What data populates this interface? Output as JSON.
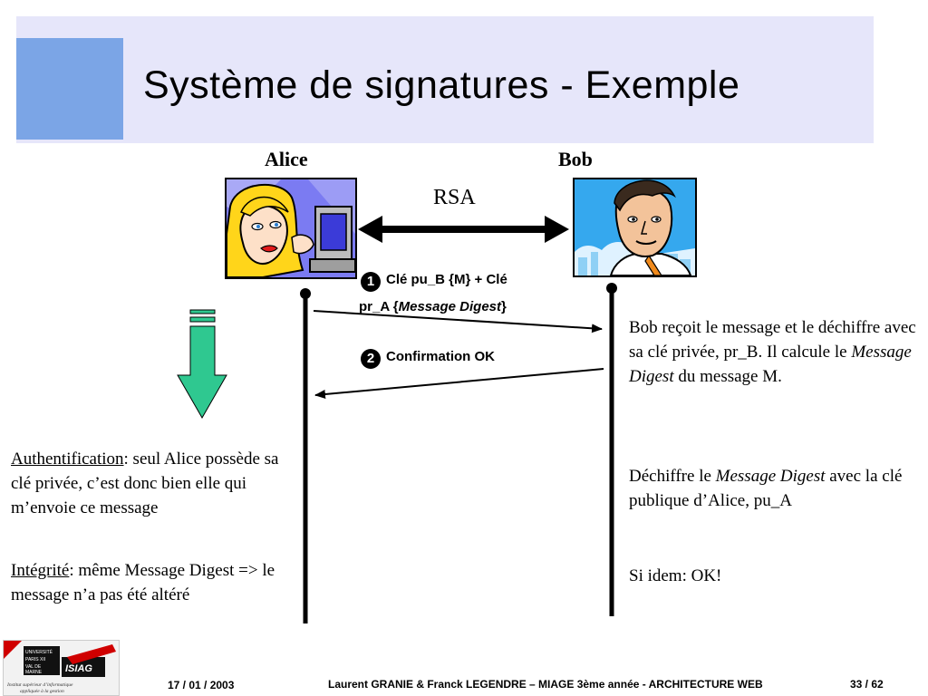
{
  "slide": {
    "title": "Système de signatures - Exemple"
  },
  "diagram": {
    "alice_label": "Alice",
    "bob_label": "Bob",
    "rsa_label": "RSA",
    "message1": {
      "number": "1",
      "line1": "Clé pu_B {M} + Clé",
      "line2_prefix": "pr_A {",
      "line2_italic": "Message Digest",
      "line2_suffix": "}"
    },
    "message2": {
      "number": "2",
      "text": "Confirmation OK"
    }
  },
  "bob_side": {
    "p1_a": "Bob reçoit le message et le déchiffre avec sa clé privée, pr_B. Il calcule le ",
    "p1_italic": "Message Digest",
    "p1_b": " du message M.",
    "p2_a": "Déchiffre le ",
    "p2_italic": "Message Digest",
    "p2_b": " avec la clé publique d’Alice, pu_A",
    "p3": "Si idem: OK!"
  },
  "alice_side": {
    "auth_term": "Authentification",
    "auth_text": ": seul Alice possède sa clé privée, c’est donc bien elle qui m’envoie ce message",
    "integ_term": "Intégrité",
    "integ_text": ": même Message Digest => le message n’a pas été altéré"
  },
  "footer": {
    "date": "17 / 01 / 2003",
    "authors": "Laurent GRANIE & Franck LEGENDRE – MIAGE 3ème année - ARCHITECTURE WEB",
    "page": "33 / 62",
    "logo_university": "UNIVERSITÉ PARIS XII VAL DE MARNE",
    "logo_brand": "ISIAG",
    "logo_tagline": "Institut supérieur d’informatique appliquée à la gestion"
  },
  "colors": {
    "title_band": "#e6e6fa",
    "title_square": "#7ba5e6",
    "down_arrow": "#2fc890"
  }
}
